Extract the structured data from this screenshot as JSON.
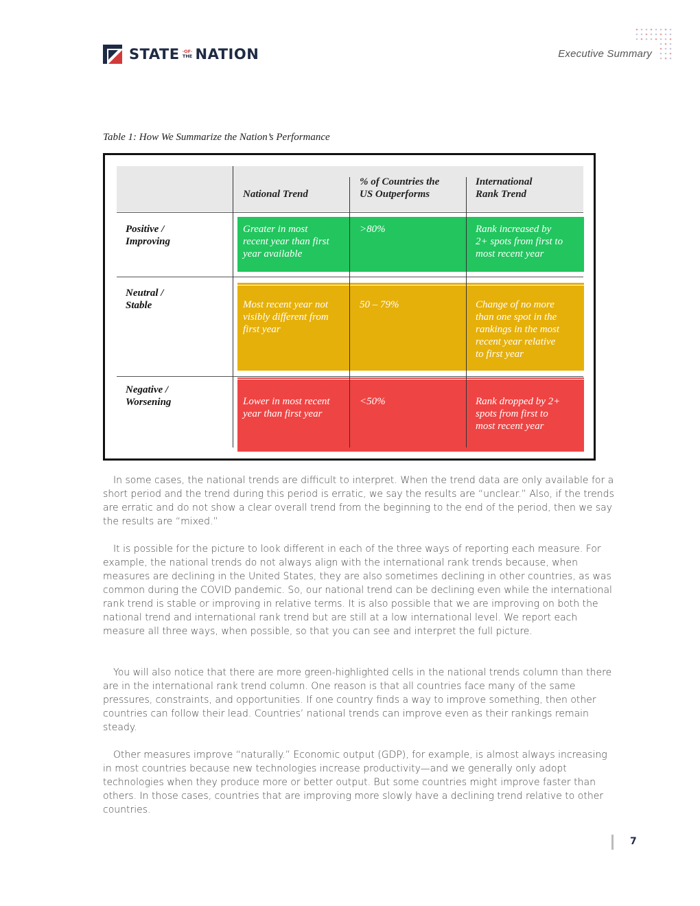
{
  "header": {
    "logo_left": "STATE",
    "logo_of": "·OF·",
    "logo_the": "THE",
    "logo_right": "NATION",
    "section_label": "Executive Summary"
  },
  "table": {
    "caption": "Table 1: How We Summarize the Nation’s Performance",
    "columns": [
      "National Trend",
      "% of Countries the US Outperforms",
      "International Rank Trend"
    ],
    "column_lines": [
      [
        "National Trend"
      ],
      [
        "% of Countries the",
        "US Outperforms"
      ],
      [
        "International",
        "Rank Trend"
      ]
    ],
    "rows": [
      {
        "label_lines": [
          "Positive /",
          "Improving"
        ],
        "color": "#22c55e",
        "cells": [
          [
            "Greater in most",
            "recent year than first",
            "year available"
          ],
          [
            ">80%"
          ],
          [
            "Rank increased by",
            "2+ spots from first to",
            "most recent year"
          ]
        ]
      },
      {
        "label_lines": [
          "Neutral /",
          "Stable"
        ],
        "color": "#e6b00a",
        "cells": [
          [
            "Most recent year not",
            "visibly different from",
            "first year"
          ],
          [
            "50 – 79%"
          ],
          [
            "Change of no more",
            "than one spot in the",
            "rankings in the most",
            "recent year relative",
            "to first year"
          ]
        ]
      },
      {
        "label_lines": [
          "Negative /",
          "Worsening"
        ],
        "color": "#ef4444",
        "cells": [
          [
            "Lower in most recent",
            "year than first year"
          ],
          [
            "<50%"
          ],
          [
            "Rank dropped by 2+",
            "spots from first to",
            "most recent year"
          ]
        ]
      }
    ]
  },
  "paragraphs": [
    "In some cases, the national trends are difficult to interpret. When the trend data are only available for a short period and the trend during this period is erratic, we say the results are “unclear.” Also, if the trends are erratic and do not show a clear overall trend from the beginning to the end of the period, then we say the results are “mixed.”",
    "It is possible for the picture to look different in each of the three ways of reporting each measure. For example, the national trends do not always align with the international rank trends because, when measures are declining in the United States, they are also sometimes declining in other countries, as was common during the COVID pandemic. So, our national trend can be declining even while the international rank trend is stable or improving in relative terms. It is also possible that we are improving on both the national trend and international rank trend but are still at a low international level. We report each measure all three ways, when possible, so that you can see and interpret the full picture.",
    "You will also notice that there are more green-highlighted cells in the national trends column than there are in the international rank trend column. One reason is that all countries face many of the same pressures, constraints, and opportunities. If one country finds a way to improve something, then other countries can follow their lead. Countries’ national trends can improve even as their rankings remain steady.",
    "Other measures improve “naturally.” Economic output (GDP), for example, is almost always increasing in most countries because new technologies increase productivity—and we generally only adopt technologies when they produce more or better output. But some countries might improve faster than others. In those cases, countries that are improving more slowly have a declining trend relative to other countries."
  ],
  "footer": {
    "page_number": "7"
  },
  "colors": {
    "navy": "#1f2a44",
    "red": "#d23a3a",
    "green": "#22c55e",
    "yellow": "#e6b00a",
    "rose": "#ef4444"
  }
}
